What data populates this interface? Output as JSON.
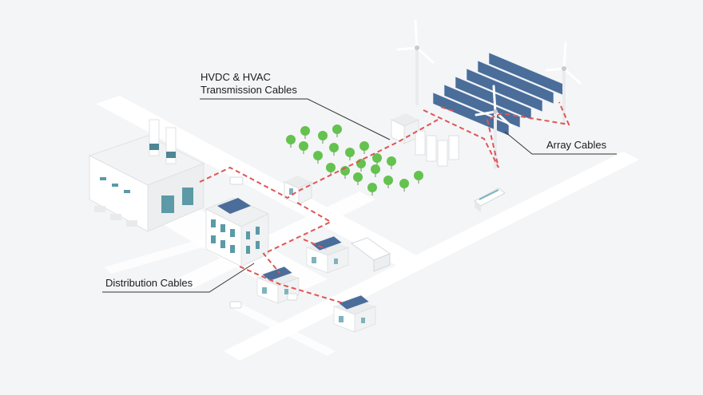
{
  "labels": {
    "transmission_line1": "HVDC & HVAC",
    "transmission_line2": "Transmission Cables",
    "array": "Array Cables",
    "distribution": "Distribution Cables"
  },
  "colors": {
    "background": "#f4f5f6",
    "road": "#ffffff",
    "building": "#ffffff",
    "window": "#5b9aa6",
    "solar_panel": "#4a6d9a",
    "tree": "#64c24f",
    "cable": "#e05555",
    "leader_line": "#333333"
  },
  "icons": [
    "factory",
    "office-building",
    "house-with-solar-panel",
    "substation",
    "converter-station",
    "wind-turbine",
    "solar-array",
    "tree",
    "truck",
    "bus",
    "car"
  ]
}
